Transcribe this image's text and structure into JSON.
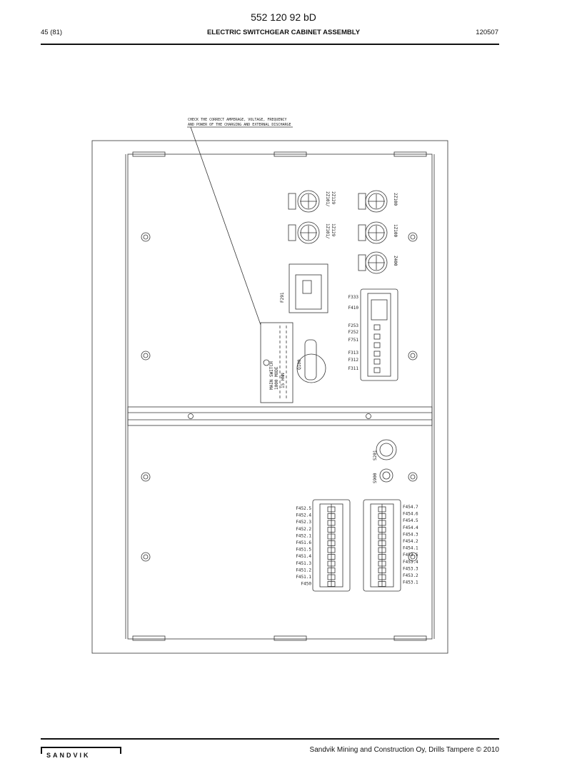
{
  "header": {
    "doc_number": "552 120 92 bD",
    "page": "45 (81)",
    "title": "ELECTRIC SWITCHGEAR CABINET ASSEMBLY",
    "code": "120507"
  },
  "drawing": {
    "note_line1": "CHECK THE CORRECT AMPERAGE, VOLTAGE, FREQUENCY",
    "note_line2": "AND POWER OF THE CHARGING AND EXTERNAL DISCHARGE",
    "breakers": {
      "r1_left": [
        "2Z101/",
        "2Z129"
      ],
      "r1_right": [
        "2Z100"
      ],
      "r2_left": [
        "1Z101/",
        "1Z129"
      ],
      "r2_right": [
        "1Z100"
      ],
      "r3": [
        "Z400"
      ]
    },
    "f291": "F291",
    "main_switch": [
      "MAIN SWITCH",
      "1000 MODE",
      "15 HNN"
    ],
    "q100": "Q100",
    "upper_fuse_labels": [
      "F333",
      "F410",
      "F253",
      "F252",
      "F751",
      "F313",
      "F312",
      "F311"
    ],
    "s201": "S201",
    "s900": "S900",
    "left_fuse_labels": [
      "F452.5",
      "F452.4",
      "F452.3",
      "F452.2",
      "F452.1",
      "F451.6",
      "F451.5",
      "F451.4",
      "F451.3",
      "F451.2",
      "F451.1",
      "F450"
    ],
    "right_fuse_labels": [
      "F454.7",
      "F454.6",
      "F454.5",
      "F454.4",
      "F454.3",
      "F454.2",
      "F454.1",
      "F453.5",
      "F453.4",
      "F453.3",
      "F453.2",
      "F453.1"
    ]
  },
  "footer": {
    "copyright": "Sandvik Mining and Construction Oy, Drills Tampere © 2010",
    "logo": "SANDVIK"
  }
}
